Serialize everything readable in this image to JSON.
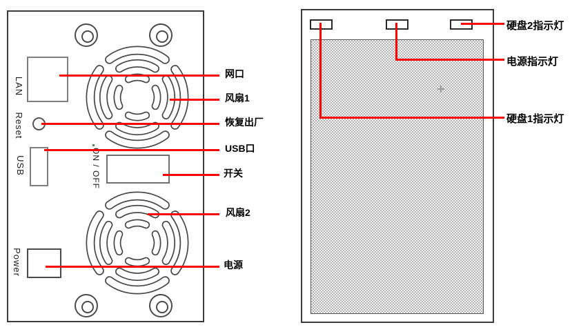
{
  "rear": {
    "port_names": {
      "lan": "LAN",
      "reset": "Reset",
      "usb": "USB",
      "switch": "ON / OFF",
      "power": "Power"
    },
    "callouts": {
      "network_port": "网口",
      "fan1": "风扇1",
      "factory_reset": "恢复出厂",
      "usb_port": "USB口",
      "power_switch": "开关",
      "fan2": "风扇2",
      "power_input": "电源"
    }
  },
  "front": {
    "callouts": {
      "hdd2_led": "硬盘2指示灯",
      "power_led": "电源指示灯",
      "hdd1_led": "硬盘1指示灯"
    }
  },
  "colors": {
    "callout_line": "#ff0000",
    "panel_outline": "#3a3a3a",
    "mesh_dot": "#b5b5b5"
  }
}
